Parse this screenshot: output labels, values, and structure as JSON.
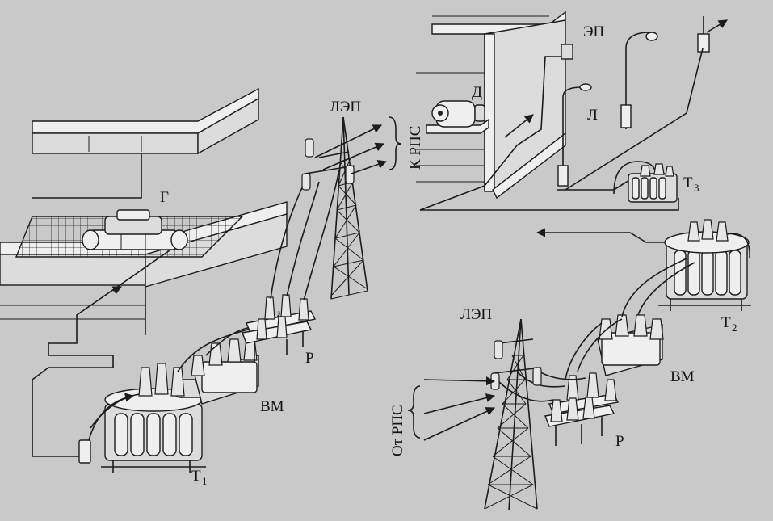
{
  "labels": {
    "generator": "Г",
    "transformer1": "Т",
    "transformer1_sub": "1",
    "circuit_breaker_left": "ВМ",
    "disconnector_left": "Р",
    "power_line_top": "ЛЭП",
    "to_rps": "К РПС",
    "motor": "Д",
    "power_receiver": "ЭП",
    "lamp": "Л",
    "transformer3": "Т",
    "transformer3_sub": "3",
    "transformer2": "Т",
    "transformer2_sub": "2",
    "power_line_bottom": "ЛЭП",
    "from_rps": "От РПС",
    "circuit_breaker_right": "ВМ",
    "disconnector_right": "Р"
  }
}
